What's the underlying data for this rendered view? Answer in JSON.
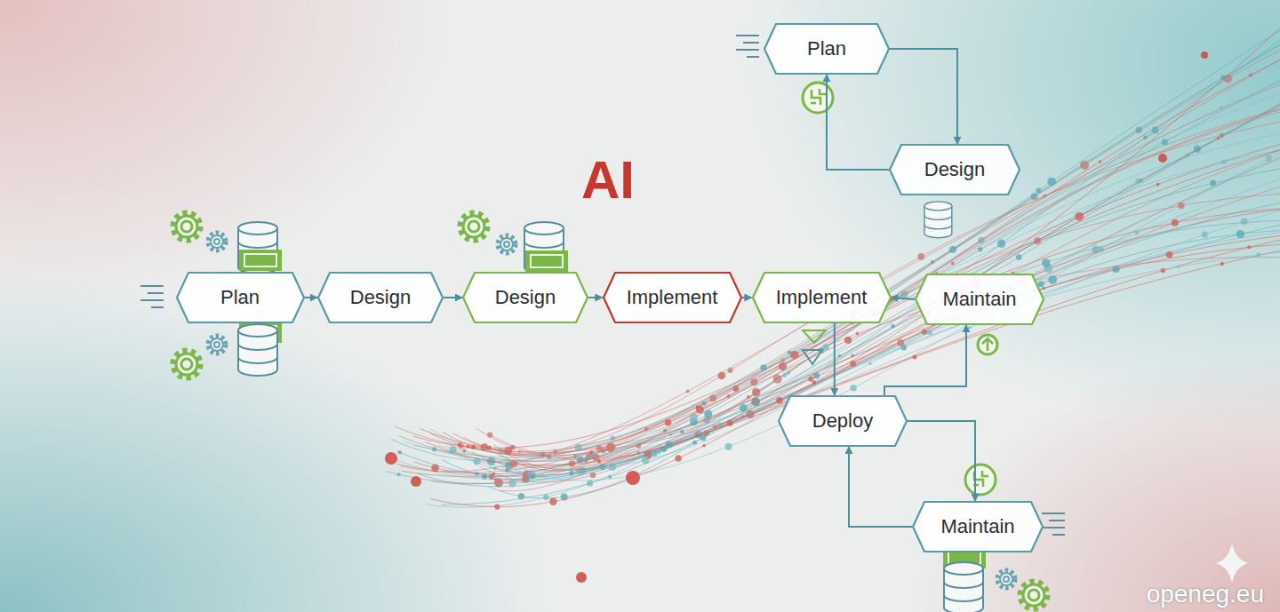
{
  "diagram": {
    "title": "AI",
    "nodes": [
      {
        "text": [
          "Plan"
        ]
      },
      {
        "text": [
          "Design"
        ]
      },
      {
        "text": [
          "Design"
        ]
      },
      {
        "text": [
          "Implement"
        ]
      },
      {
        "text": [
          "Implement"
        ]
      },
      {
        "text": [
          "Maintain"
        ]
      },
      {
        "text": [
          "Plan"
        ]
      },
      {
        "text": [
          "Design"
        ]
      },
      {
        "text": [
          "Deploy"
        ]
      },
      {
        "text": [
          "Maintain"
        ]
      }
    ],
    "edges": [
      {
        "from": 0,
        "to": 1,
        "arrow": "to"
      },
      {
        "from": 1,
        "to": 2,
        "arrow": "to"
      },
      {
        "from": 2,
        "to": 3,
        "arrow": "to"
      },
      {
        "from": 3,
        "to": 4,
        "arrow": "to"
      },
      {
        "from": 5,
        "to": 4,
        "arrow": "to"
      },
      {
        "from": 6,
        "to": 7,
        "arrow": "to"
      },
      {
        "from": 7,
        "to": 6,
        "arrow": "to"
      },
      {
        "from": 4,
        "to": 8,
        "arrow": "to"
      },
      {
        "from": 8,
        "to": 5,
        "arrow": "to"
      },
      {
        "from": 8,
        "to": 9,
        "arrow": "to"
      },
      {
        "from": 9,
        "to": 8,
        "arrow": "to"
      }
    ],
    "labels": [
      "openeg.eu"
    ]
  }
}
